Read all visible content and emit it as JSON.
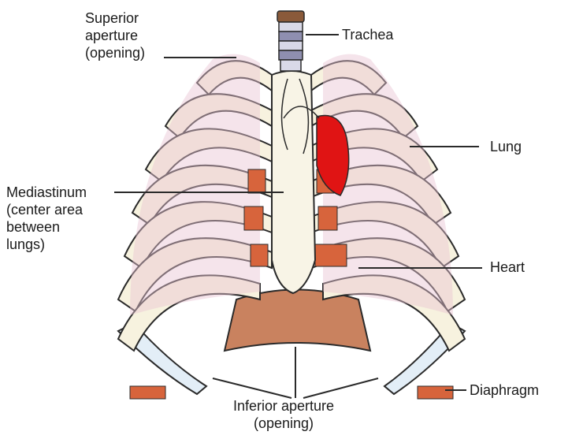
{
  "labels": {
    "superior_aperture": [
      "Superior",
      "aperture",
      "(opening)"
    ],
    "trachea": "Trachea",
    "lung": "Lung",
    "mediastinum": [
      "Mediastinum",
      "(center area",
      "between",
      "lungs)"
    ],
    "heart": "Heart",
    "diaphragm": "Diaphragm",
    "inferior_aperture": [
      "Inferior aperture",
      "(opening)"
    ]
  },
  "colors": {
    "rib_fill": "#f7f2df",
    "rib_stroke": "#2a2a2a",
    "lung_pink": "#e8c3d3",
    "lung_blue": "#dde9f3",
    "cartilage": "#e3eef7",
    "muscle": "#d7643c",
    "heart": "#e01414",
    "diaphragm": "#c9825f",
    "trachea_ring": "#8f8fb0",
    "trachea_top": "#8a5a3a"
  }
}
